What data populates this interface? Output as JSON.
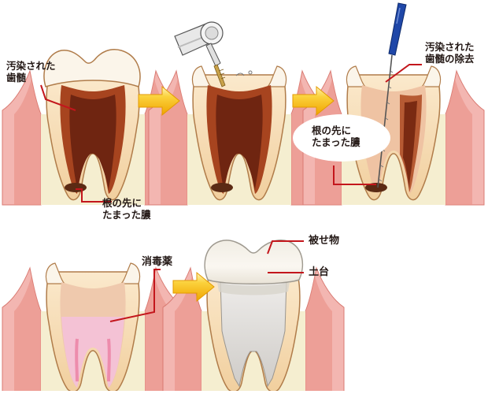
{
  "colors": {
    "gum": "#f3b6b1",
    "gum_inner": "#e9877f",
    "bone": "#f3eccb",
    "dentin": "#f6dcb4",
    "enamel": "#fbf5ea",
    "pulp_infected": "#8a3418",
    "pulp_infected_light": "#b65a33",
    "pus": "#5b2a14",
    "treated_canal": "#f3c9a7",
    "medicine": "#f4c2d5",
    "crown": "#f3efe6",
    "abutment": "#dcd9d6",
    "arrow": "#f5b400",
    "callout_line": "#c3161c",
    "file_handle": "#1f47a8"
  },
  "labels": {
    "infected_pulp": "汚染された\n歯髄",
    "pus_at_root_1": "根の先に\nたまった膿",
    "infected_pulp_removal": "汚染された\n歯髄の除去",
    "pus_at_root_2": "根の先に\nたまった膿",
    "medicine": "消毒薬",
    "crown": "被せ物",
    "abutment": "土台"
  },
  "icons": {
    "dental_drill": "dental-drill-icon",
    "endodontic_file": "endodontic-file-icon",
    "step_arrow": "arrow-right-icon"
  }
}
